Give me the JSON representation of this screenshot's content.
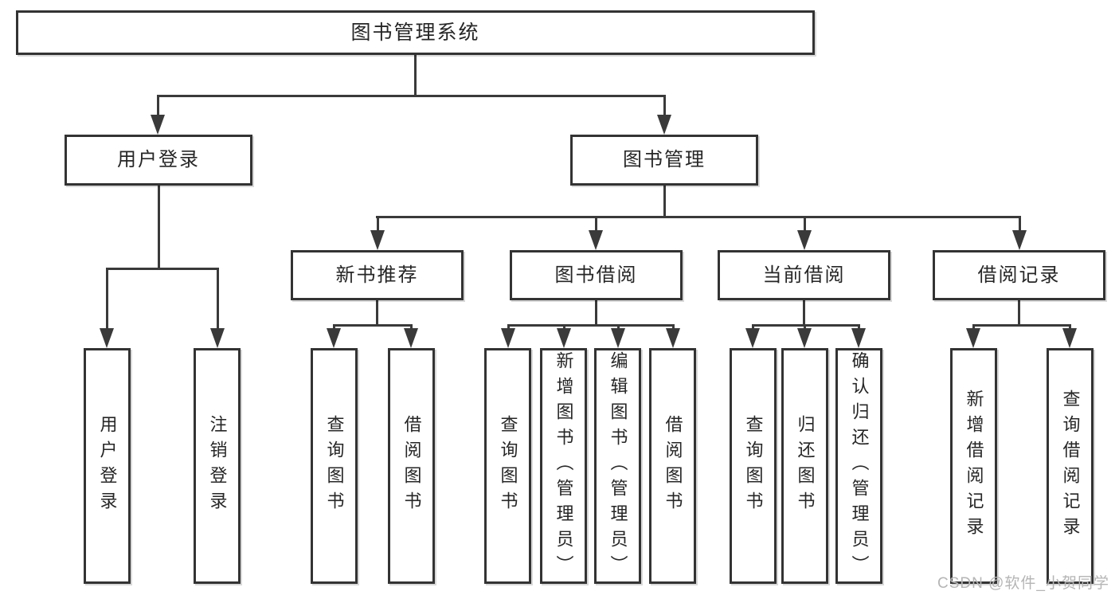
{
  "diagram": {
    "type": "hierarchy-tree",
    "colors": {
      "line": "#3a3a3a",
      "box_border": "#333333",
      "text": "#262626",
      "background": "#ffffff",
      "watermark": "#b5b5b5"
    },
    "watermark": {
      "text": "CSDN @软件_小贺同学"
    },
    "tree": {
      "label": "图书管理系统",
      "children": [
        {
          "label": "用户登录",
          "children": [
            {
              "label": "用户登录"
            },
            {
              "label": "注销登录"
            }
          ]
        },
        {
          "label": "图书管理",
          "children": [
            {
              "label": "新书推荐",
              "children": [
                {
                  "label": "查询图书"
                },
                {
                  "label": "借阅图书"
                }
              ]
            },
            {
              "label": "图书借阅",
              "children": [
                {
                  "label": "查询图书"
                },
                {
                  "label": "新增图书（管理员）"
                },
                {
                  "label": "编辑图书（管理员）"
                },
                {
                  "label": "借阅图书"
                }
              ]
            },
            {
              "label": "当前借阅",
              "children": [
                {
                  "label": "查询图书"
                },
                {
                  "label": "归还图书"
                },
                {
                  "label": "确认归还（管理员）"
                }
              ]
            },
            {
              "label": "借阅记录",
              "children": [
                {
                  "label": "新增借阅记录"
                },
                {
                  "label": "查询借阅记录"
                }
              ]
            }
          ]
        }
      ]
    }
  }
}
